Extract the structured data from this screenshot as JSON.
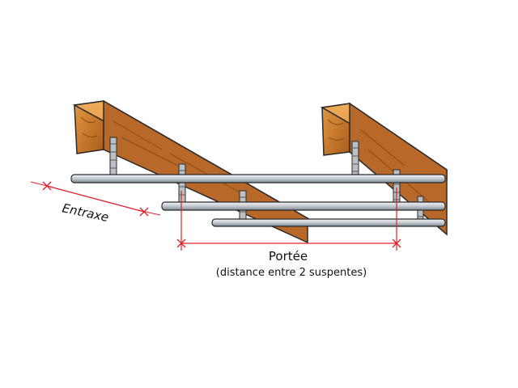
{
  "labels": {
    "entraxe": "Entraxe",
    "portee": "Portée",
    "portee_note": "(distance entre 2 suspentes)"
  },
  "colors": {
    "wood_light": "#d98a3a",
    "wood_mid": "#c47428",
    "wood_dark": "#a85a1a",
    "wood_side": "#e6a050",
    "rail_light": "#e8ecf0",
    "rail_dark": "#8a949e",
    "dimension_line": "#e0202a",
    "outline": "#2a2a2a"
  }
}
